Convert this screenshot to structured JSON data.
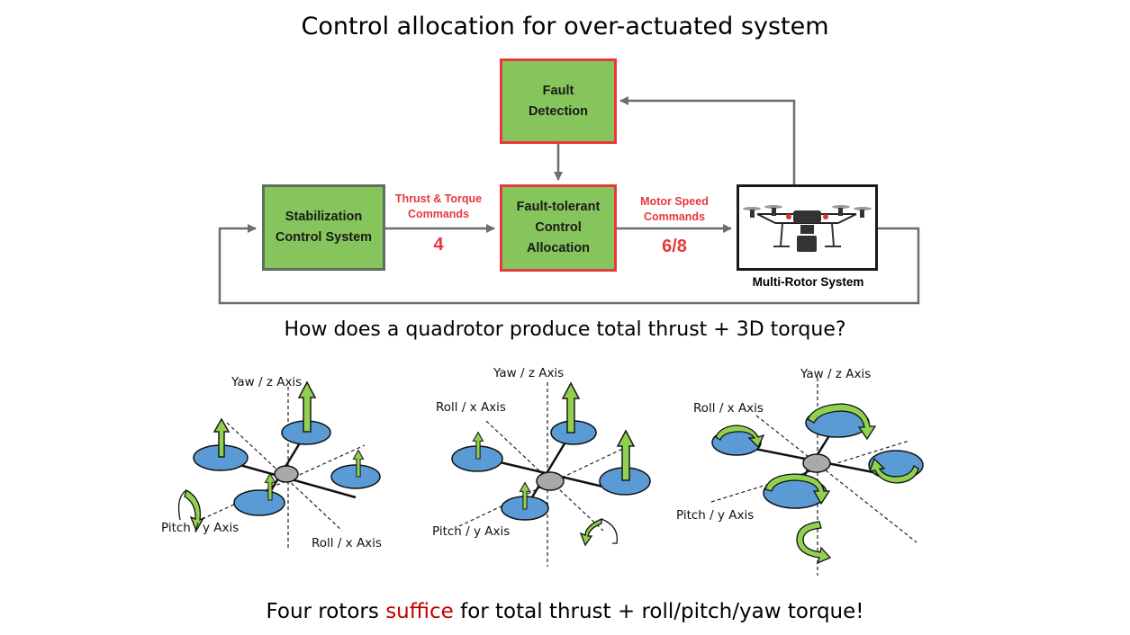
{
  "title": "Control allocation for over-actuated system",
  "diagram": {
    "fault_detection": [
      "Fault",
      "Detection"
    ],
    "stabilization": [
      "Stabilization",
      "Control System"
    ],
    "allocation": [
      "Fault-tolerant",
      "Control",
      "Allocation"
    ],
    "thrust_label": [
      "Thrust & Torque",
      "Commands"
    ],
    "thrust_count": "4",
    "motor_label": [
      "Motor Speed",
      "Commands"
    ],
    "motor_count": "6/8",
    "multirotor_label": "Multi-Rotor System"
  },
  "subtitle": "How does a quadrotor produce total thrust + 3D torque?",
  "quads": [
    {
      "yaw": "Yaw / z Axis",
      "pitch": "Pitch / y Axis",
      "roll": "Roll / x Axis"
    },
    {
      "yaw": "Yaw / z Axis",
      "pitch": "Pitch / y Axis",
      "roll": "Roll / x Axis"
    },
    {
      "yaw": "Yaw / z Axis",
      "pitch": "Pitch / y Axis",
      "roll": "Roll / x Axis"
    }
  ],
  "footer": {
    "before": "Four rotors ",
    "highlight": "suffice",
    "after": " for total thrust + roll/pitch/yaw torque!"
  },
  "colors": {
    "box_fill": "#86c55c",
    "box_border_red": "#e8383d",
    "box_border_grey": "#5d7060",
    "rotor": "#5b9bd5",
    "arrow": "#92d050",
    "highlight": "#c00000"
  }
}
